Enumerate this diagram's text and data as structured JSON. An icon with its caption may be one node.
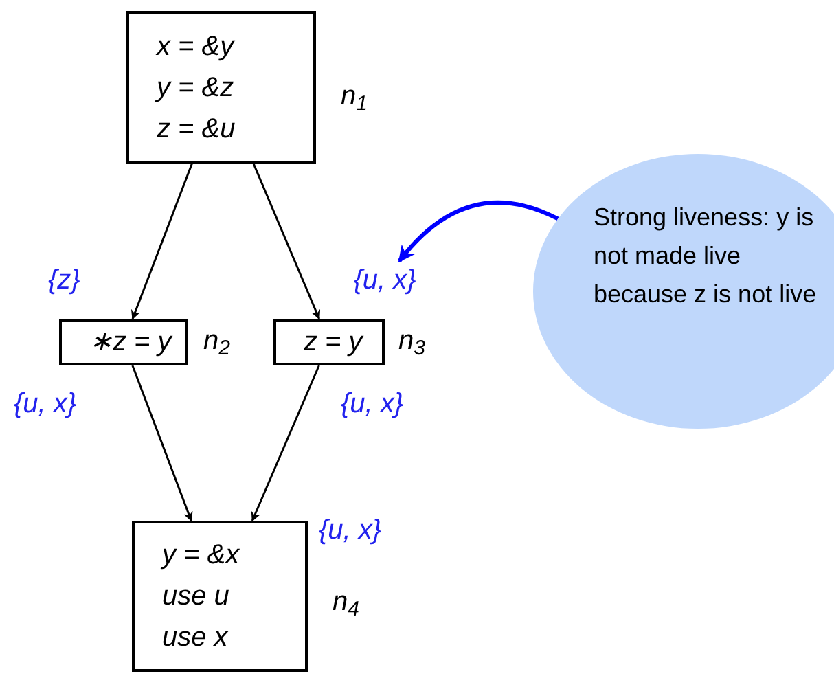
{
  "diagram": {
    "nodes": [
      {
        "text": [
          "x = &y",
          "y = &z",
          "z = &u"
        ],
        "beside": [
          "n$_{1}$"
        ]
      },
      {
        "text": [
          "∗z = y"
        ],
        "beside": [
          "n$_{2}$"
        ]
      },
      {
        "text": [
          "z = y"
        ],
        "beside": [
          "n$_{3}$"
        ]
      },
      {
        "text": [
          "y = &x",
          "use u",
          "use x"
        ],
        "beside": [
          "n$_{4}$"
        ]
      },
      {
        "text": [
          "Strong liveness: y is not made live because z is not live"
        ]
      },
      {
        "text": [
          "{u, x}"
        ]
      }
    ],
    "edges": [
      {
        "from": 0,
        "to": 1,
        "arrow": "to"
      },
      {
        "from": 0,
        "to": 2,
        "arrow": "to"
      },
      {
        "from": 1,
        "to": 3,
        "arrow": "to"
      },
      {
        "from": 2,
        "to": 3,
        "arrow": "to"
      },
      {
        "from": 4,
        "to": 5,
        "arrow": "to",
        "style": "thick",
        "color": "#0000ff"
      }
    ],
    "labels": [
      "{z}",
      "{u, x}",
      "{u, x}",
      "{u, x}"
    ]
  }
}
